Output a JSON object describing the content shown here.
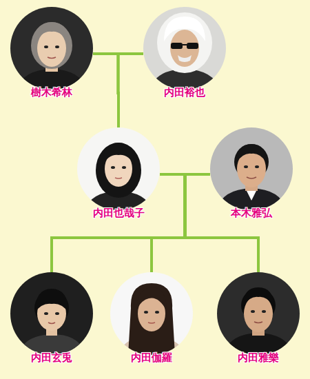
{
  "diagram": {
    "nodes": [
      {
        "text": [
          "樹木希林"
        ]
      },
      {
        "text": [
          "内田裕也"
        ]
      },
      {
        "text": [
          "内田也哉子"
        ]
      },
      {
        "text": [
          "本木雅弘"
        ]
      },
      {
        "text": [
          "内田玄兎"
        ]
      },
      {
        "text": [
          "内田伽羅"
        ]
      },
      {
        "text": [
          "内田雅樂"
        ]
      }
    ],
    "edges": [
      {
        "from": 0,
        "to": 2,
        "arrow": "none"
      },
      {
        "from": 1,
        "to": 2,
        "arrow": "none"
      },
      {
        "from": 2,
        "to": 4,
        "arrow": "none"
      },
      {
        "from": 3,
        "to": 4,
        "arrow": "none"
      },
      {
        "from": 2,
        "to": 5,
        "arrow": "none"
      },
      {
        "from": 3,
        "to": 5,
        "arrow": "none"
      },
      {
        "from": 2,
        "to": 6,
        "arrow": "none"
      },
      {
        "from": 3,
        "to": 6,
        "arrow": "none"
      }
    ]
  }
}
